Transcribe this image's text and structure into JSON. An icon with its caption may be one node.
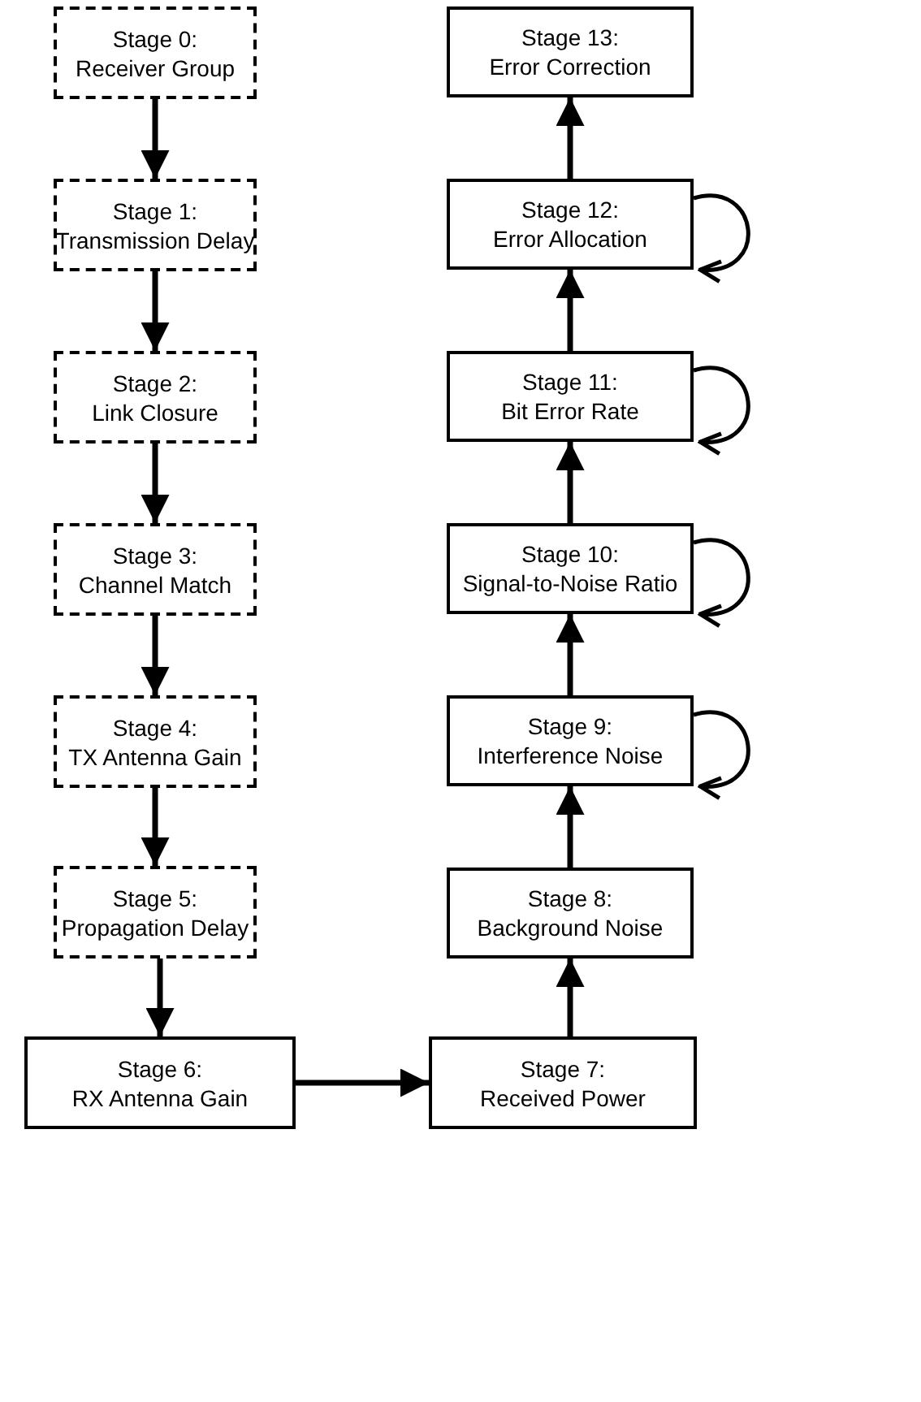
{
  "diagram": {
    "nodes": [
      {
        "text": [
          "Stage 0:",
          "Receiver Group"
        ]
      },
      {
        "text": [
          "Stage 1:",
          "Transmission Delay"
        ]
      },
      {
        "text": [
          "Stage 2:",
          "Link Closure"
        ]
      },
      {
        "text": [
          "Stage 3:",
          "Channel Match"
        ]
      },
      {
        "text": [
          "Stage 4:",
          "TX Antenna Gain"
        ]
      },
      {
        "text": [
          "Stage 5:",
          "Propagation Delay"
        ]
      },
      {
        "text": [
          "Stage 6:",
          "RX Antenna Gain"
        ]
      },
      {
        "text": [
          "Stage 7:",
          "Received Power"
        ]
      },
      {
        "text": [
          "Stage 8:",
          "Background Noise"
        ]
      },
      {
        "text": [
          "Stage 9:",
          "Interference Noise"
        ]
      },
      {
        "text": [
          "Stage 10:",
          "Signal-to-Noise Ratio"
        ]
      },
      {
        "text": [
          "Stage 11:",
          "Bit Error Rate"
        ]
      },
      {
        "text": [
          "Stage 12:",
          "Error Allocation"
        ]
      },
      {
        "text": [
          "Stage 13:",
          "Error Correction"
        ]
      }
    ],
    "edges": [
      {
        "from": 0,
        "to": 1,
        "arrow": "to"
      },
      {
        "from": 1,
        "to": 2,
        "arrow": "to"
      },
      {
        "from": 2,
        "to": 3,
        "arrow": "to"
      },
      {
        "from": 3,
        "to": 4,
        "arrow": "to"
      },
      {
        "from": 4,
        "to": 5,
        "arrow": "to"
      },
      {
        "from": 5,
        "to": 6,
        "arrow": "to"
      },
      {
        "from": 6,
        "to": 7,
        "arrow": "to"
      },
      {
        "from": 7,
        "to": 8,
        "arrow": "to"
      },
      {
        "from": 8,
        "to": 9,
        "arrow": "to"
      },
      {
        "from": 9,
        "to": 10,
        "arrow": "to"
      },
      {
        "from": 10,
        "to": 11,
        "arrow": "to"
      },
      {
        "from": 11,
        "to": 12,
        "arrow": "to"
      },
      {
        "from": 12,
        "to": 13,
        "arrow": "to"
      },
      {
        "from": 9,
        "to": 9,
        "arrow": "to"
      },
      {
        "from": 10,
        "to": 10,
        "arrow": "to"
      },
      {
        "from": 11,
        "to": 11,
        "arrow": "to"
      },
      {
        "from": 12,
        "to": 12,
        "arrow": "to"
      }
    ]
  }
}
